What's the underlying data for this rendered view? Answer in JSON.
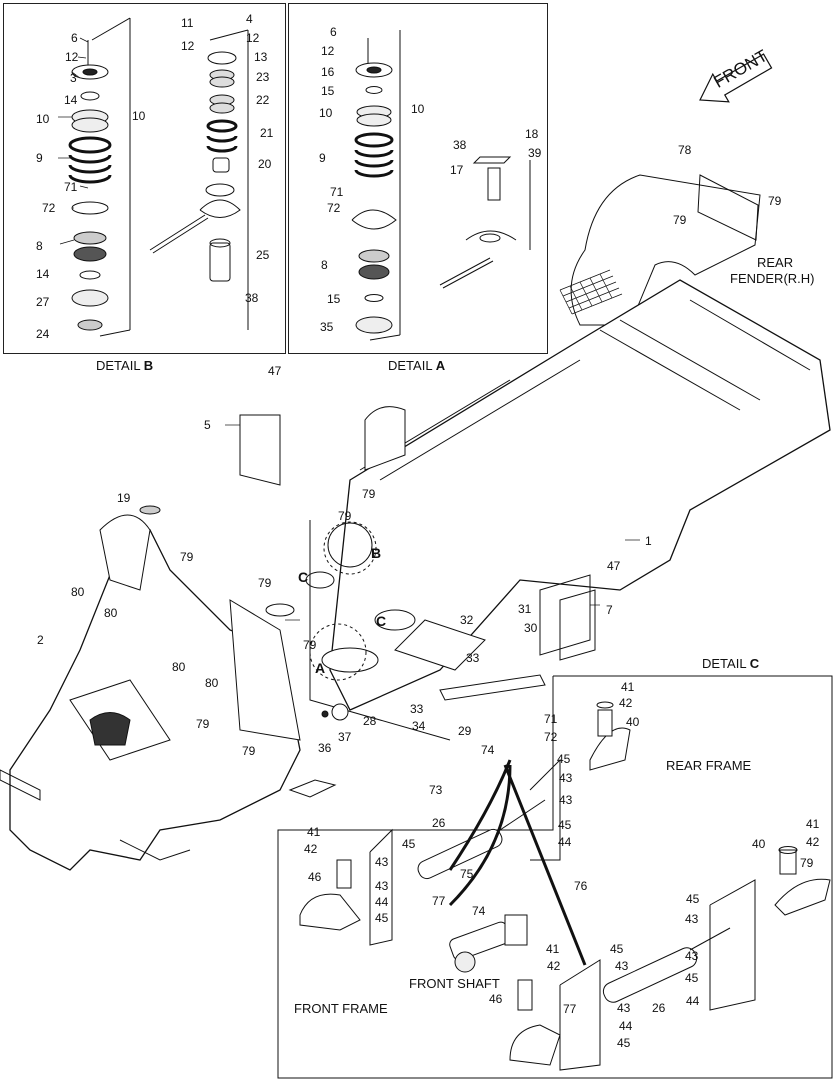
{
  "detail_titles": {
    "detail_b": {
      "prefix": "DETAIL ",
      "letter": "B"
    },
    "detail_a": {
      "prefix": "DETAIL ",
      "letter": "A"
    },
    "detail_c": {
      "prefix": "DETAIL ",
      "letter": "C"
    }
  },
  "area_labels": {
    "front": "FRONT",
    "rear_fender_1": "REAR",
    "rear_fender_2": "FENDER(R.H)",
    "rear_frame": "REAR FRAME",
    "front_frame": "FRONT FRAME",
    "front_shaft": "FRONT SHAFT"
  },
  "callout_letters": {
    "a": "A",
    "b": "B",
    "c1": "C",
    "c2": "C"
  },
  "parts": {
    "p1": "1",
    "p2": "2",
    "p3": "3",
    "p4": "4",
    "p5": "5",
    "p6": "6",
    "p7": "7",
    "p8": "8",
    "p9": "9",
    "p10": "10",
    "p11": "11",
    "p12": "12",
    "p13": "13",
    "p14": "14",
    "p15": "15",
    "p16": "16",
    "p17": "17",
    "p18": "18",
    "p19": "19",
    "p20": "20",
    "p21": "21",
    "p22": "22",
    "p23": "23",
    "p24": "24",
    "p25": "25",
    "p26": "26",
    "p27": "27",
    "p28": "28",
    "p29": "29",
    "p30": "30",
    "p31": "31",
    "p32": "32",
    "p33": "33",
    "p34": "34",
    "p35": "35",
    "p36": "36",
    "p37": "37",
    "p38": "38",
    "p39": "39",
    "p40": "40",
    "p41": "41",
    "p42": "42",
    "p43": "43",
    "p44": "44",
    "p45": "45",
    "p46": "46",
    "p47": "47",
    "p71": "71",
    "p72": "72",
    "p73": "73",
    "p74": "74",
    "p75": "75",
    "p76": "76",
    "p77": "77",
    "p78": "78",
    "p79": "79",
    "p80": "80"
  }
}
